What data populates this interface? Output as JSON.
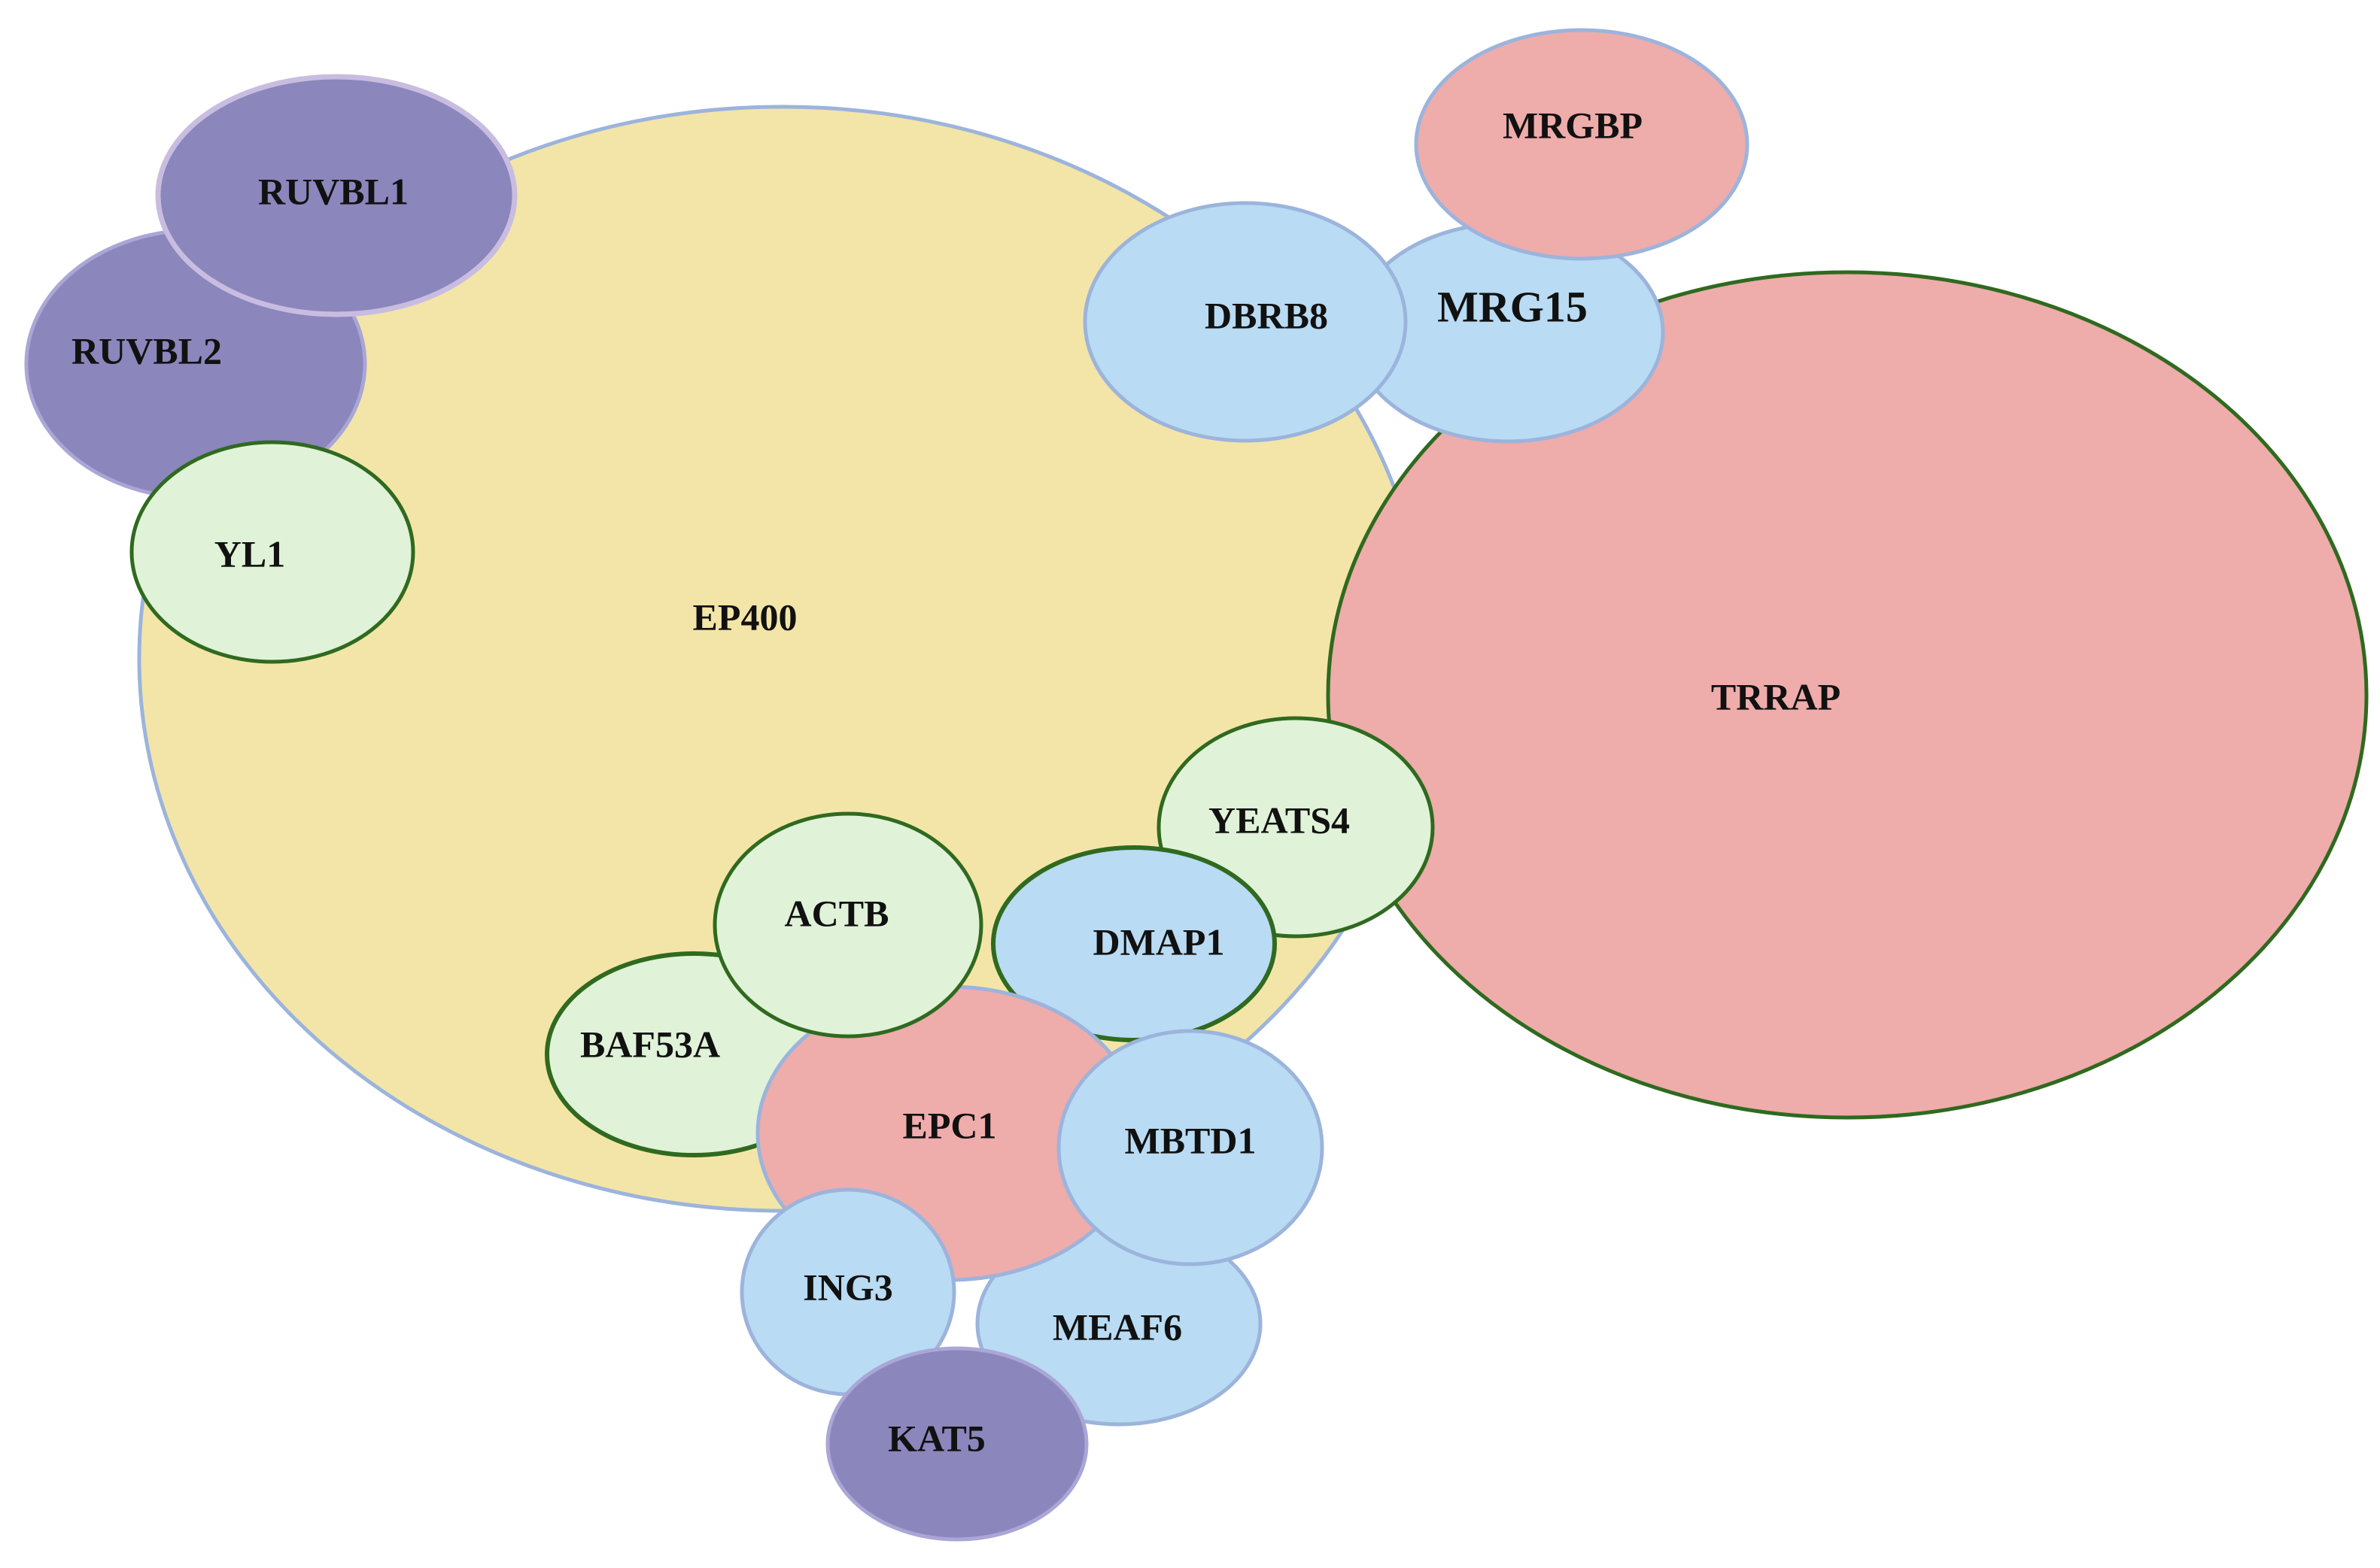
{
  "diagram": {
    "colors": {
      "complex_core": "#f3e5a8",
      "purple": "#8b86bb",
      "pink": "#eeacab",
      "blue": "#b9dbf3",
      "green": "#e0f2d8",
      "stroke_blue": "#9cb4dc",
      "stroke_green": "#2f6a1f",
      "stroke_lavender": "#c8bde0",
      "stroke_purple": "#aaa6d6"
    },
    "nodes": [
      {
        "id": "EP400",
        "label": "EP400",
        "color": "complex_core"
      },
      {
        "id": "TRRAP",
        "label": "TRRAP",
        "color": "pink"
      },
      {
        "id": "RUVBL2",
        "label": "RUVBL2",
        "color": "purple"
      },
      {
        "id": "RUVBL1",
        "label": "RUVBL1",
        "color": "purple"
      },
      {
        "id": "YL1",
        "label": "YL1",
        "color": "green"
      },
      {
        "id": "MRG15",
        "label": "MRG15",
        "color": "blue"
      },
      {
        "id": "DBRB8",
        "label": "DBRB8",
        "color": "blue"
      },
      {
        "id": "MRGBP",
        "label": "MRGBP",
        "color": "pink"
      },
      {
        "id": "YEATS4",
        "label": "YEATS4",
        "color": "green"
      },
      {
        "id": "DMAP1",
        "label": "DMAP1",
        "color": "blue"
      },
      {
        "id": "ACTB",
        "label": "ACTB",
        "color": "green"
      },
      {
        "id": "BAF53A",
        "label": "BAF53A",
        "color": "green"
      },
      {
        "id": "MEAF6",
        "label": "MEAF6",
        "color": "blue"
      },
      {
        "id": "EPC1",
        "label": "EPC1",
        "color": "pink"
      },
      {
        "id": "MBTD1",
        "label": "MBTD1",
        "color": "blue"
      },
      {
        "id": "ING3",
        "label": "ING3",
        "color": "blue"
      },
      {
        "id": "KAT5",
        "label": "KAT5",
        "color": "purple"
      }
    ]
  }
}
